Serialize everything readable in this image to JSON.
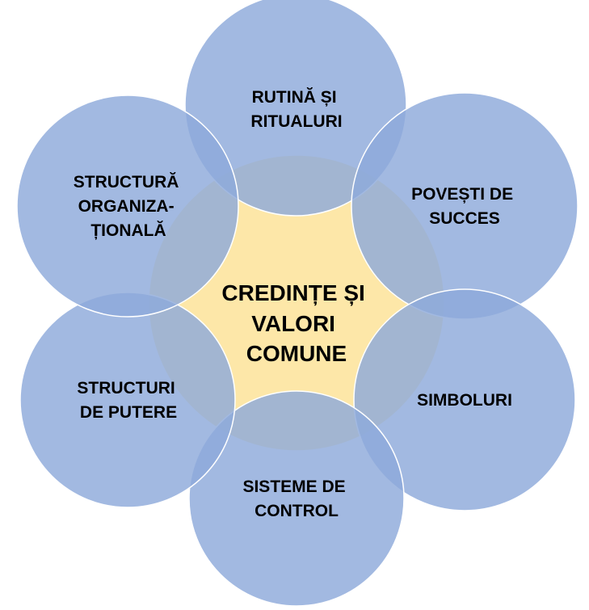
{
  "center": {
    "lines": [
      "CREDINȚE ȘI",
      "VALORI",
      "COMUNE"
    ]
  },
  "outer": [
    {
      "key": "rutina",
      "lines": [
        "RUTINĂ ȘI",
        "RITUALURI"
      ]
    },
    {
      "key": "povesti",
      "lines": [
        "POVEȘTI DE",
        "SUCCES"
      ]
    },
    {
      "key": "simboluri",
      "lines": [
        "SIMBOLURI"
      ]
    },
    {
      "key": "sisteme",
      "lines": [
        "SISTEME DE",
        "CONTROL"
      ]
    },
    {
      "key": "structuri-putere",
      "lines": [
        "STRUCTURI",
        "DE PUTERE"
      ]
    },
    {
      "key": "structura-org",
      "lines": [
        "STRUCTURĂ",
        "ORGANIZA-",
        "ȚIONALĂ"
      ]
    }
  ],
  "colors": {
    "outer_fill": "#8eaadb",
    "center_fill": "#fde7a8",
    "stroke": "#ffffff",
    "text": "#000000"
  }
}
